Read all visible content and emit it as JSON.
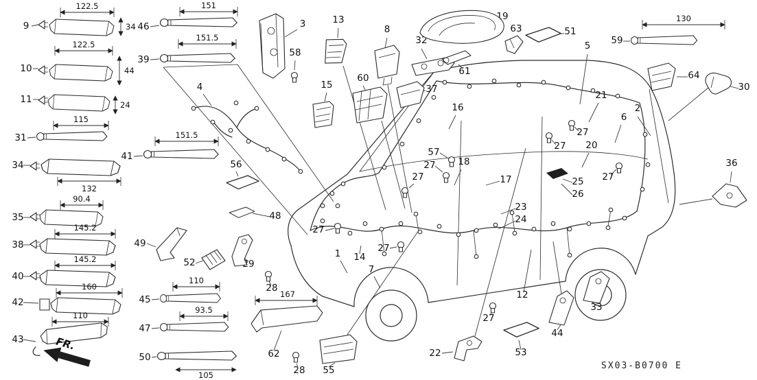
{
  "meta": {
    "code": "SX03-B0700 E",
    "front_label": "FR."
  },
  "callouts": {
    "p1": "1",
    "p2": "2",
    "p3": "3",
    "p4": "4",
    "p5": "5",
    "p6": "6",
    "p7": "7",
    "p8": "8",
    "p9": "9",
    "p10": "10",
    "p11": "11",
    "p12": "12",
    "p13": "13",
    "p14": "14",
    "p15": "15",
    "p16": "16",
    "p17": "17",
    "p18": "18",
    "p19": "19",
    "p20": "20",
    "p21": "21",
    "p22": "22",
    "p23": "23",
    "p24": "24",
    "p25": "25",
    "p26": "26",
    "p28a": "28",
    "p28b": "28",
    "p29": "29",
    "p30": "30",
    "p31": "31",
    "p32": "32",
    "p33": "33",
    "p34": "34",
    "p35": "35",
    "p36": "36",
    "p37": "37",
    "p38": "38",
    "p39": "39",
    "p40": "40",
    "p41": "41",
    "p42": "42",
    "p43": "43",
    "p44": "44",
    "p45": "45",
    "p46": "46",
    "p47": "47",
    "p48": "48",
    "p49": "49",
    "p50": "50",
    "p51": "51",
    "p52": "52",
    "p53": "53",
    "p55": "55",
    "p56": "56",
    "p57": "57",
    "p58": "58",
    "p59": "59",
    "p60": "60",
    "p61": "61",
    "p62": "62",
    "p63": "63",
    "p64": "64",
    "p27a": "27",
    "p27b": "27",
    "p27c": "27",
    "p27d": "27",
    "p27e": "27",
    "p27f": "27",
    "p27g": "27",
    "p27h": "27"
  },
  "dims": {
    "d9": "122.5",
    "v9": "34",
    "d10": "122.5",
    "v10": "44",
    "v11": "24",
    "d31": "115",
    "d34": "132",
    "d35": "90.4",
    "d38": "145.2",
    "d40": "145.2",
    "d42": "160",
    "d43": "110",
    "d46": "151",
    "d39": "151.5",
    "d41": "151.5",
    "d45": "110",
    "d47": "93.5",
    "d50": "105",
    "d62": "167",
    "d59": "130"
  }
}
